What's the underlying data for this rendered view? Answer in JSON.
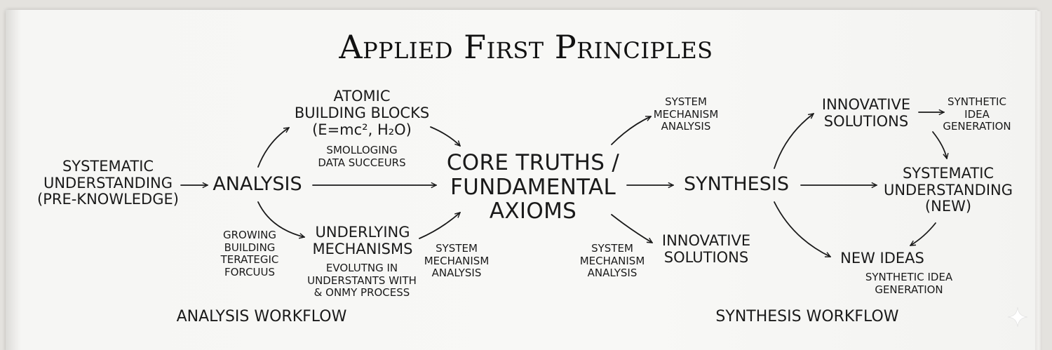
{
  "title": "Applied First Principles",
  "nodes": {
    "systematic_pre": "SYSTEMATIC\nUNDERSTANDING\n(PRE-KNOWLEDGE)",
    "analysis": "ANALYSIS",
    "atomic": "ATOMIC\nBUILDING BLOCKS\n(E=mc², H₂O)",
    "atomic_sub": "SMOLLOGING\nDATA SUCCEURS",
    "growing": "GROWING\nBUILDING\nTERATEGIC\nFORCUUS",
    "underlying": "UNDERLYING\nMECHANISMS",
    "underlying_sub": "EVOLUTNG IN\nUNDERSTANTS WITH\n& ONMY PROCESS",
    "system_mech_left": "SYSTEM\nMECHANISM\nANALYSIS",
    "core": "CORE TRUTHS /\nFUNDAMENTAL\nAXIOMS",
    "system_mech_top": "SYSTEM\nMECHANISM\nANALYSIS",
    "system_mech_bottom": "SYSTEM\nMECHANISM\nANALYSIS",
    "synthesis": "SYNTHESIS",
    "innovative_bottom": "INNOVATIVE\nSOLUTIONS",
    "innovative_top": "INNOVATIVE\nSOLUTIONS",
    "synthetic_top": "SYNTHETIC\nIDEA\nGENERATION",
    "systematic_new": "SYSTEMATIC\nUNDERSTANDING\n(NEW)",
    "new_ideas": "NEW IDEAS",
    "synthetic_bottom": "SYNTHETIC IDEA\nGENERATION"
  },
  "workflows": {
    "analysis": "ANALYSIS WORKFLOW",
    "synthesis": "SYNTHESIS WORKFLOW"
  },
  "icons": {
    "corner": "sparkle-icon"
  }
}
